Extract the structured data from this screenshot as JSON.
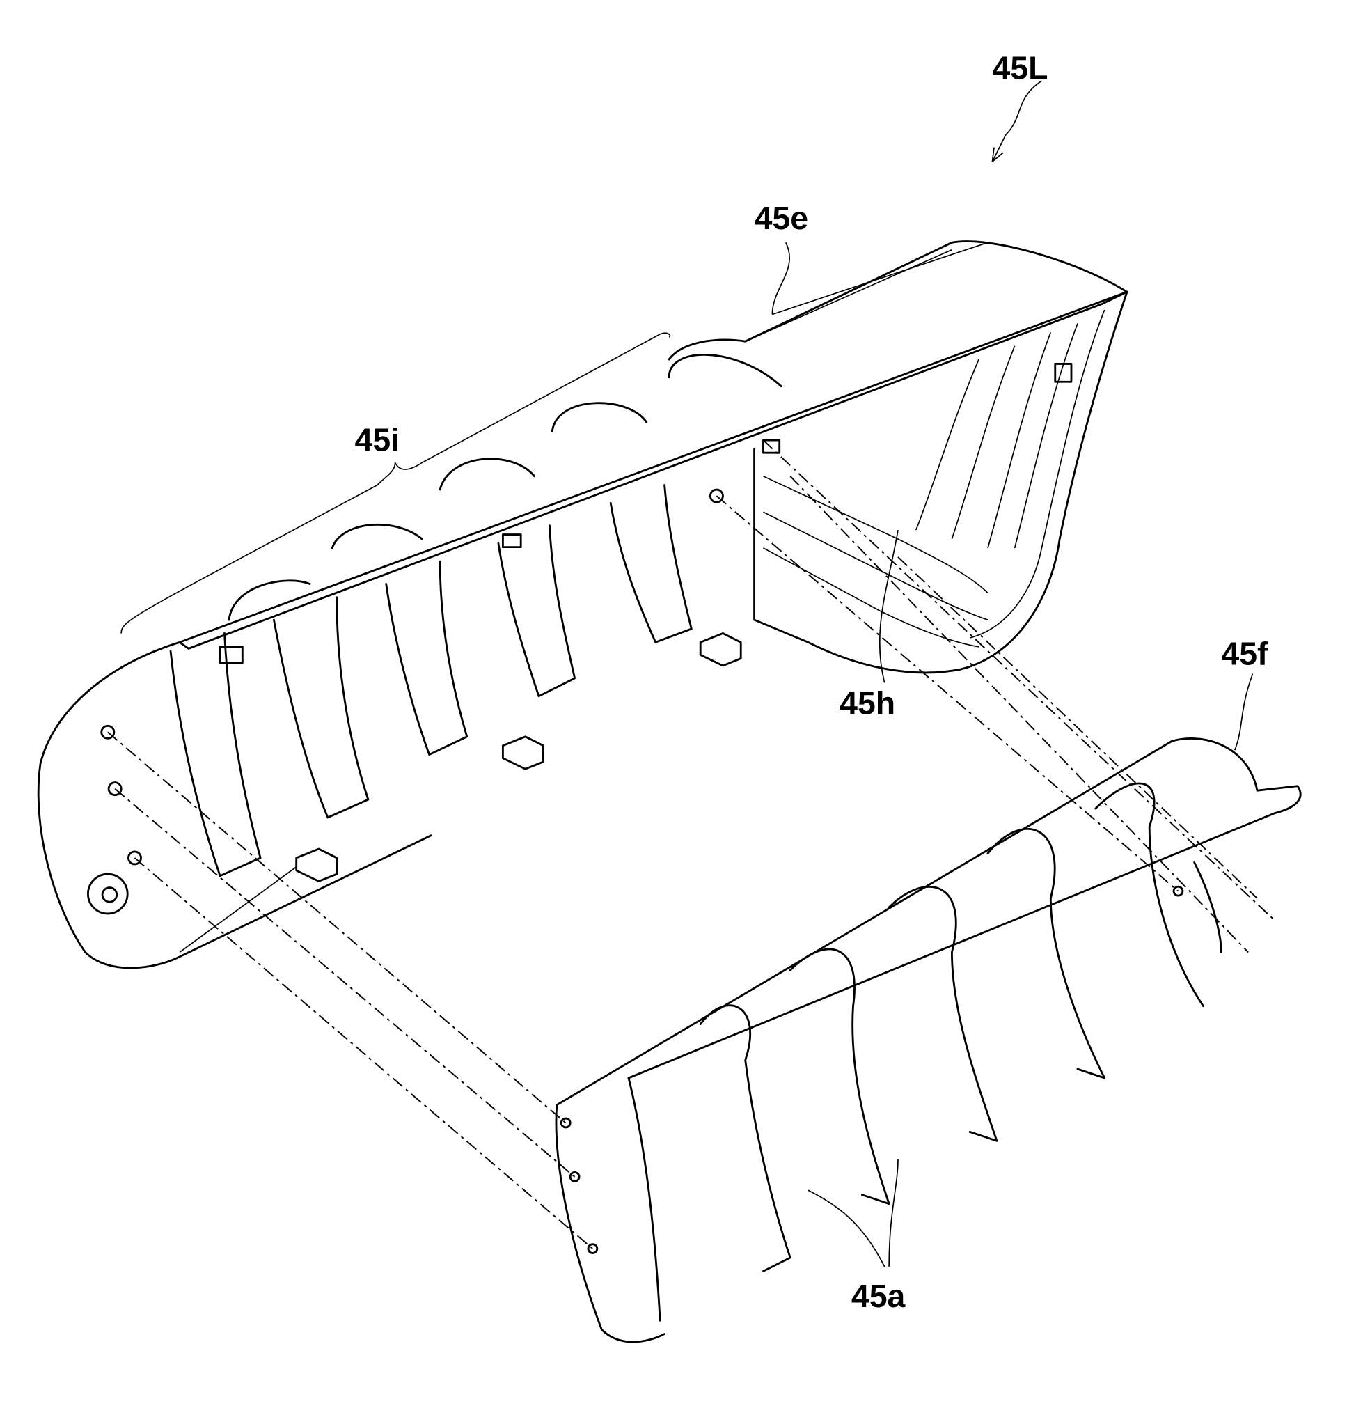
{
  "figure": {
    "type": "patent exploded perspective drawing",
    "labels": {
      "assembly": "45L",
      "upper_cover": "45e",
      "fin_group": "45i",
      "inner_fins": "45h",
      "lower_part": "45f",
      "lower_fins": "45a"
    },
    "line_color": "#000000",
    "background": "#ffffff"
  }
}
